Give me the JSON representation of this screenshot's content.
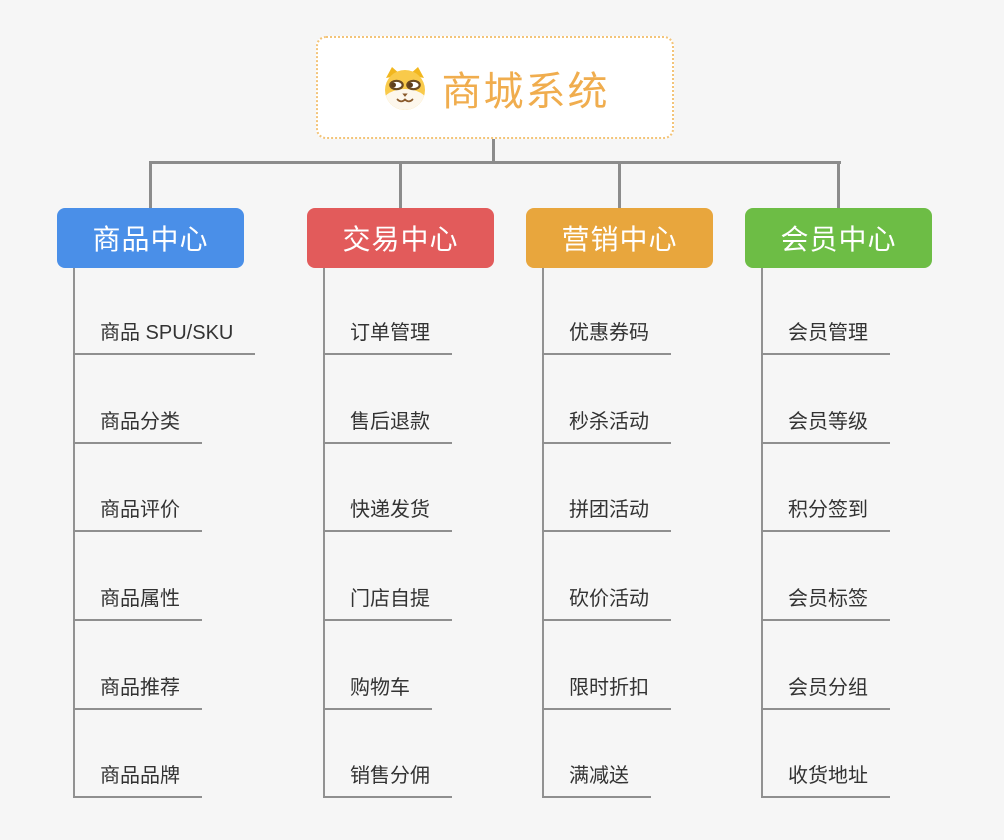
{
  "canvas": {
    "background_color": "#f6f6f6",
    "connector_color": "#8c8c8c",
    "leaf_text_color": "#333333",
    "leaf_line_color": "#8f8f8f"
  },
  "root": {
    "title": "商城系统",
    "icon": "doge-icon",
    "title_color": "#f0ad4e",
    "border_color": "#f3c479"
  },
  "branches": [
    {
      "label": "商品中心",
      "color": "#4a8fe8",
      "items": [
        "商品 SPU/SKU",
        "商品分类",
        "商品评价",
        "商品属性",
        "商品推荐",
        "商品品牌"
      ]
    },
    {
      "label": "交易中心",
      "color": "#e25b5b",
      "items": [
        "订单管理",
        "售后退款",
        "快递发货",
        "门店自提",
        "购物车",
        "销售分佣"
      ]
    },
    {
      "label": "营销中心",
      "color": "#e8a63d",
      "items": [
        "优惠券码",
        "秒杀活动",
        "拼团活动",
        "砍价活动",
        "限时折扣",
        "满减送"
      ]
    },
    {
      "label": "会员中心",
      "color": "#6dbd45",
      "items": [
        "会员管理",
        "会员等级",
        "积分签到",
        "会员标签",
        "会员分组",
        "收货地址"
      ]
    }
  ]
}
